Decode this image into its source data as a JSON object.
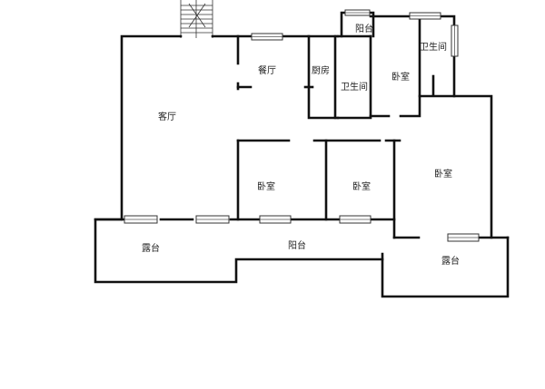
{
  "rooms": {
    "living": "客厅",
    "dining": "餐厅",
    "kitchen": "厨房",
    "bath_center": "卫生间",
    "bedroom_top": "卧室",
    "bath_right": "卫生间",
    "balcony_top": "阳台",
    "bedroom_mid_left": "卧室",
    "bedroom_mid_right": "卧室",
    "bedroom_master": "卧室",
    "terrace_left": "露台",
    "balcony_bottom": "阳台",
    "terrace_right": "露台"
  }
}
